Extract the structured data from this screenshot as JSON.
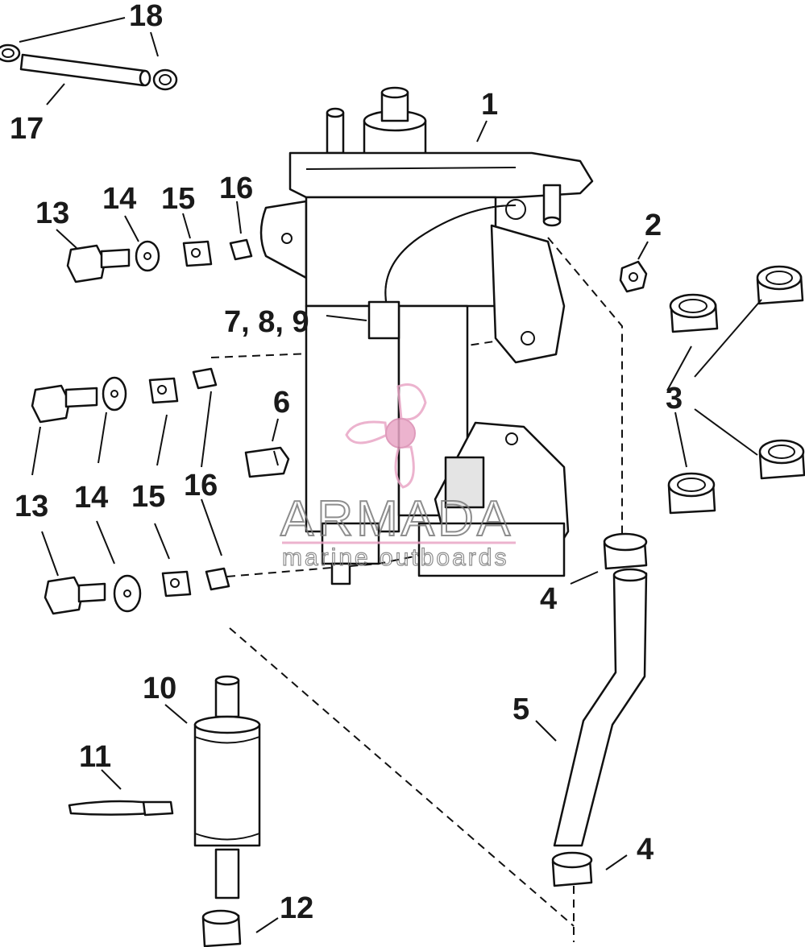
{
  "callouts": {
    "c1": "1",
    "c2": "2",
    "c3": "3",
    "c4a": "4",
    "c4b": "4",
    "c5": "5",
    "c6": "6",
    "c789": "7, 8, 9",
    "c10": "10",
    "c11": "11",
    "c12": "12",
    "c13a": "13",
    "c13b": "13",
    "c14a": "14",
    "c14b": "14",
    "c15a": "15",
    "c15b": "15",
    "c16a": "16",
    "c16b": "16",
    "c17": "17",
    "c18": "18"
  },
  "watermark": {
    "brand": "ARMADA",
    "tagline": "marine outboards",
    "color": "#e9a6c6"
  }
}
